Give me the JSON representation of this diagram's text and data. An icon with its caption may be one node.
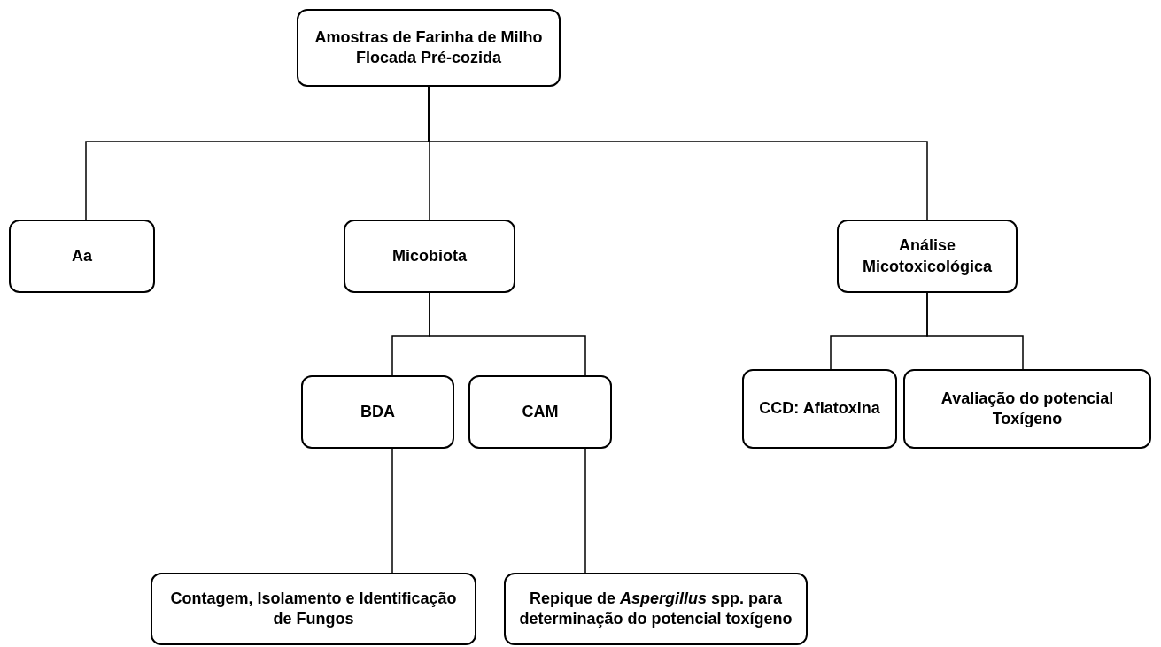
{
  "diagram": {
    "nodes": [
      {
        "text": [
          "Amostras de Farinha de Milho Flocada Pré-cozida"
        ]
      },
      {
        "text": [
          "Aa"
        ]
      },
      {
        "text": [
          "Micobiota"
        ]
      },
      {
        "text": [
          "Análise Micotoxicológica"
        ]
      },
      {
        "text": [
          "BDA"
        ]
      },
      {
        "text": [
          "CAM"
        ]
      },
      {
        "text": [
          "CCD: Aflatoxina"
        ]
      },
      {
        "text": [
          "Avaliação do potencial Toxígeno"
        ]
      },
      {
        "text": [
          "Contagem, Isolamento e Identificação de Fungos"
        ]
      },
      {
        "text": [
          "Repique de *Aspergillus* spp. para determinação do potencial toxígeno"
        ]
      }
    ],
    "edges": [
      {
        "from": 0,
        "to": 1,
        "arrow": "none"
      },
      {
        "from": 0,
        "to": 2,
        "arrow": "none"
      },
      {
        "from": 0,
        "to": 3,
        "arrow": "none"
      },
      {
        "from": 2,
        "to": 4,
        "arrow": "none"
      },
      {
        "from": 2,
        "to": 5,
        "arrow": "none"
      },
      {
        "from": 3,
        "to": 6,
        "arrow": "none"
      },
      {
        "from": 3,
        "to": 7,
        "arrow": "none"
      },
      {
        "from": 4,
        "to": 8,
        "arrow": "none"
      },
      {
        "from": 5,
        "to": 9,
        "arrow": "none"
      }
    ]
  }
}
